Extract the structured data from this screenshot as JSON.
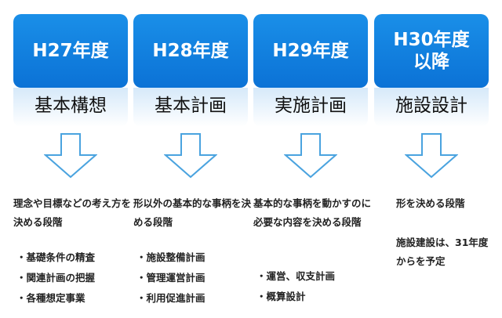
{
  "columns": [
    {
      "year": "H27年度",
      "phase": "基本構想",
      "description": "理念や目標などの考え方を決める段階",
      "items": [
        "基礎条件の精査",
        "関連計画の把握",
        "各種想定事業"
      ]
    },
    {
      "year": "H28年度",
      "phase": "基本計画",
      "description": "形以外の基本的な事柄を決める段階",
      "items": [
        "施設整備計画",
        "管理運営計画",
        "利用促進計画"
      ]
    },
    {
      "year": "H29年度",
      "phase": "実施計画",
      "description": "基本的な事柄を動かすのに必要な内容を決める段階",
      "items": [
        "運営、収支計画",
        "概算設計"
      ]
    },
    {
      "year": "H30年度\n以降",
      "phase": "施設設計",
      "description": "形を決める段階",
      "note": "施設建設は、31年度からを予定",
      "items": []
    }
  ],
  "colors": {
    "year_box": "#0b72d6",
    "arrow_stroke": "#4aa3df",
    "text": "#222222"
  },
  "icons": {
    "arrow": "down-arrow-outline-icon",
    "bullet": "・"
  }
}
